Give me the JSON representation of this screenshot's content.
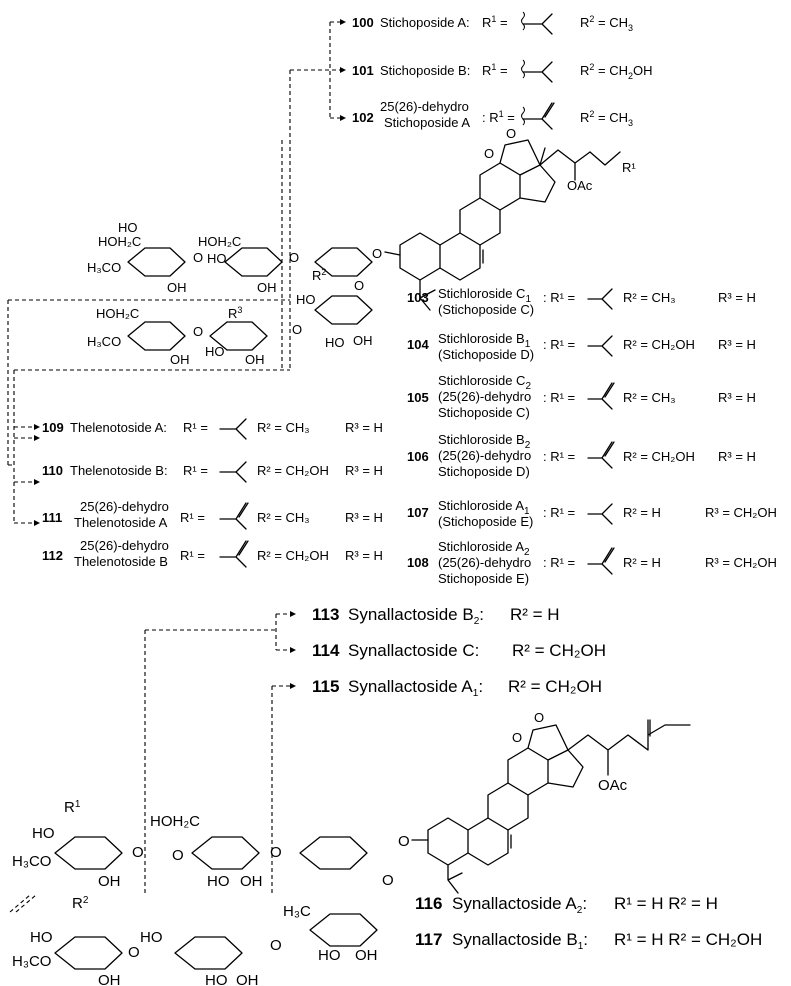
{
  "top_compounds": [
    {
      "num": "100",
      "name": "Stichoposide A:",
      "r1": "R",
      "r1_sup": "1",
      "eq": " =",
      "r2": "R",
      "r2_sup": "2",
      "r2_val": " = CH",
      "r2_sub": "3"
    },
    {
      "num": "101",
      "name": "Stichoposide B:",
      "r1": "R",
      "r1_sup": "1",
      "eq": " =",
      "r2": "R",
      "r2_sup": "2",
      "r2_val": " = CH",
      "r2_sub": "2",
      "r2_tail": "OH"
    },
    {
      "num": "102",
      "name_l1": "25(26)-dehydro",
      "name_l2": "Stichoposide A",
      "r1": "R",
      "r1_sup": "1",
      "eq": " =",
      "r2": "R",
      "r2_sup": "2",
      "r2_val": " = CH",
      "r2_sub": "3"
    }
  ],
  "right_compounds": [
    {
      "num": "103",
      "l1": "Stichloroside C",
      "l1_sub": "1",
      "l2": "(Stichoposide C)",
      "r2": "R² = CH₃",
      "r3": "R³ = H"
    },
    {
      "num": "104",
      "l1": "Stichloroside B",
      "l1_sub": "1",
      "l2": "(Stichoposide D)",
      "r2": "R² = CH₂OH",
      "r3": "R³ = H"
    },
    {
      "num": "105",
      "l1": "Stichloroside C",
      "l1_sub": "2",
      "l2": "(25(26)-dehydro",
      "l3": "Stichoposide C)",
      "r2": "R² = CH₃",
      "r3": "R³ = H"
    },
    {
      "num": "106",
      "l1": "Stichloroside B",
      "l1_sub": "2",
      "l2": "(25(26)-dehydro",
      "l3": "Stichoposide D)",
      "r2": "R² = CH₂OH",
      "r3": "R³ = H"
    },
    {
      "num": "107",
      "l1": "Stichloroside A",
      "l1_sub": "1",
      "l2": "(Stichoposide E)",
      "r2": "R² = H",
      "r3": "R³ = CH₂OH"
    },
    {
      "num": "108",
      "l1": "Stichloroside A",
      "l1_sub": "2",
      "l2": "(25(26)-dehydro",
      "l3": "Stichoposide E)",
      "r2": "R² = H",
      "r3": "R³ = CH₂OH"
    }
  ],
  "left_compounds": [
    {
      "num": "109",
      "name": "Thelenotoside A:",
      "r2": "R² = CH₃",
      "r3": "R³ = H"
    },
    {
      "num": "110",
      "name": "Thelenotoside B:",
      "r2": "R² = CH₂OH",
      "r3": "R³ = H"
    },
    {
      "num": "111",
      "l1": "25(26)-dehydro",
      "l2": "Thelenotoside A",
      "r2": "R² = CH₃",
      "r3": "R³ = H"
    },
    {
      "num": "112",
      "l1": "25(26)-dehydro",
      "l2": "Thelenotoside B",
      "r2": "R² = CH₂OH",
      "r3": "R³ = H"
    }
  ],
  "synallactosides": [
    {
      "num": "113",
      "name": "Synallactoside B",
      "sub": "2",
      "r": "R² = H"
    },
    {
      "num": "114",
      "name": "Synallactoside C:",
      "r": "R² = CH₂OH"
    },
    {
      "num": "115",
      "name": "Synallactoside A",
      "sub": "1",
      "r": "R² = CH₂OH"
    },
    {
      "num": "116",
      "name": "Synallactoside A",
      "sub": "2",
      "r": "R¹ = H  R² = H"
    },
    {
      "num": "117",
      "name": "Synallactoside B",
      "sub": "1",
      "r": "R¹ = H  R² = CH₂OH"
    }
  ],
  "labels": {
    "r1_eq": "R¹ =",
    "colon_r1": ": R¹ =",
    "oac": "OAc",
    "o": "O",
    "r1": "R¹",
    "r2": "R²",
    "r3": "R³",
    "hoh2c": "HOH₂C",
    "oh": "OH",
    "ho": "HO",
    "h3co": "H₃CO",
    "h3c": "H₃C"
  }
}
